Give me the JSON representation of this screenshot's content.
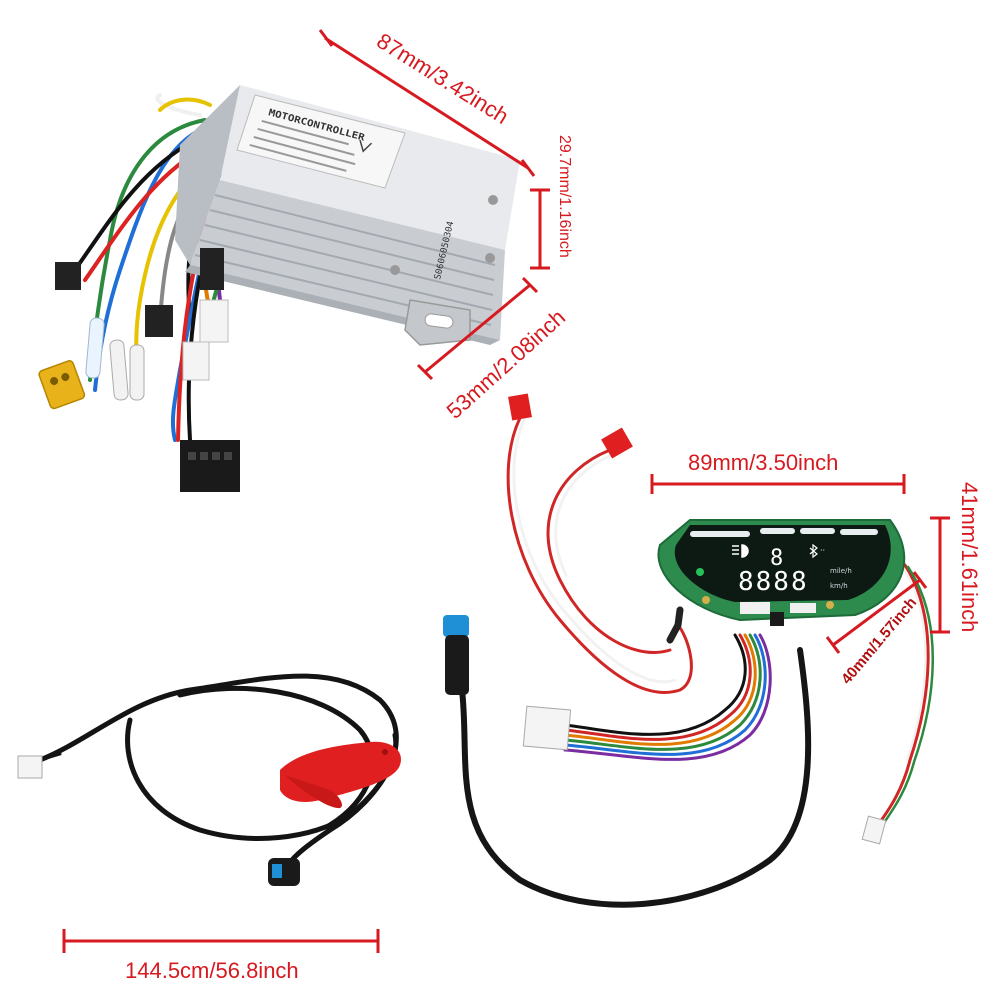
{
  "dimensions": {
    "controller_length": "87mm/3.42inch",
    "controller_height": "29.7mm/1.16inch",
    "controller_width": "53mm/2.08inch",
    "display_width": "89mm/3.50inch",
    "display_height": "41mm/1.61inch",
    "display_depth": "40mm/1.57inch",
    "cable_length": "144.5cm/56.8inch"
  },
  "controller": {
    "label_title": "MOTORCONTROLLER",
    "serial": "S0606050304"
  },
  "display": {
    "speed_digit": "8",
    "odometer": "8888",
    "unit_speed": "mile/h",
    "unit_kmh": "km/h"
  },
  "colors": {
    "dimension_red": "#d71920",
    "pcb_green": "#2e8b4e",
    "aluminum": "#d5d8dc",
    "connector_yellow": "#e8b21a",
    "brake_red": "#e02020",
    "connector_blue": "#1f8fd6"
  },
  "icons": [
    "headlight-icon",
    "bluetooth-icon"
  ]
}
